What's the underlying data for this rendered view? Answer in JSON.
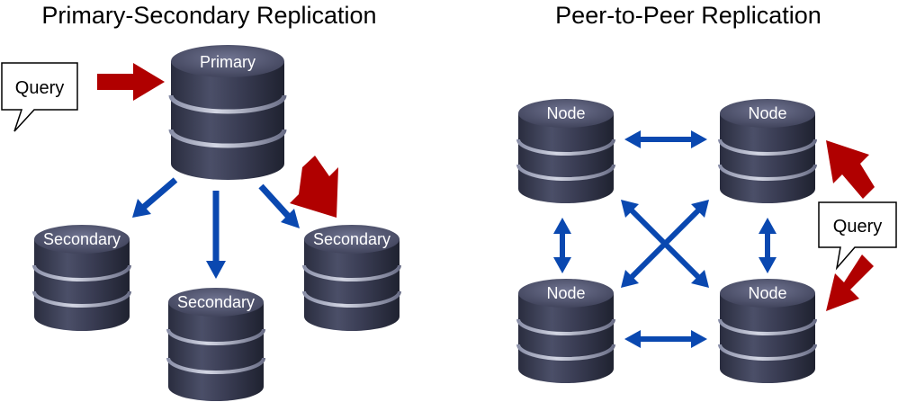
{
  "left_panel": {
    "title": "Primary-Secondary Replication",
    "query_label": "Query",
    "nodes": [
      {
        "id": "primary",
        "label": "Primary"
      },
      {
        "id": "secondary-left",
        "label": "Secondary"
      },
      {
        "id": "secondary-middle",
        "label": "Secondary"
      },
      {
        "id": "secondary-right",
        "label": "Secondary"
      }
    ]
  },
  "right_panel": {
    "title": "Peer-to-Peer Replication",
    "query_label": "Query",
    "nodes": [
      {
        "id": "node-top-left",
        "label": "Node"
      },
      {
        "id": "node-top-right",
        "label": "Node"
      },
      {
        "id": "node-bottom-left",
        "label": "Node"
      },
      {
        "id": "node-bottom-right",
        "label": "Node"
      }
    ]
  },
  "colors": {
    "database_body": "#3b3f56",
    "replication_arrow": "#0a48b0",
    "query_arrow": "#b00000"
  },
  "icons": [
    "database-icon",
    "speech-bubble",
    "replication-arrow",
    "query-arrow"
  ]
}
